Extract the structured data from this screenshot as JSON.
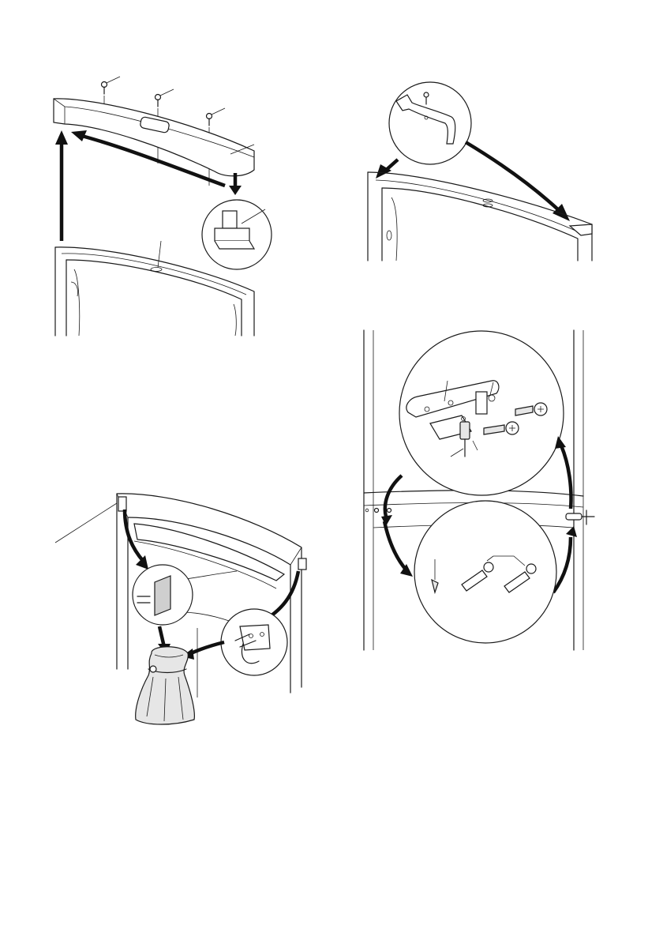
{
  "document": {
    "figures": [
      {
        "id": "fig-remove-top-cover",
        "parts": [
          "screw",
          "screw",
          "screw",
          "top-cover",
          "hinge-cap",
          "door-frame"
        ]
      },
      {
        "id": "fig-move-hinge-cap",
        "parts": [
          "hinge-cap",
          "screw",
          "door-frame"
        ]
      },
      {
        "id": "fig-remove-cover-and-bracket",
        "parts": [
          "cover-plug",
          "bracket",
          "bag",
          "cabinet-top"
        ]
      },
      {
        "id": "fig-middle-hinge-swap",
        "parts": [
          "hinge-plate",
          "hinge-pin",
          "bolts",
          "hole-plugs",
          "cabinet"
        ]
      }
    ]
  }
}
